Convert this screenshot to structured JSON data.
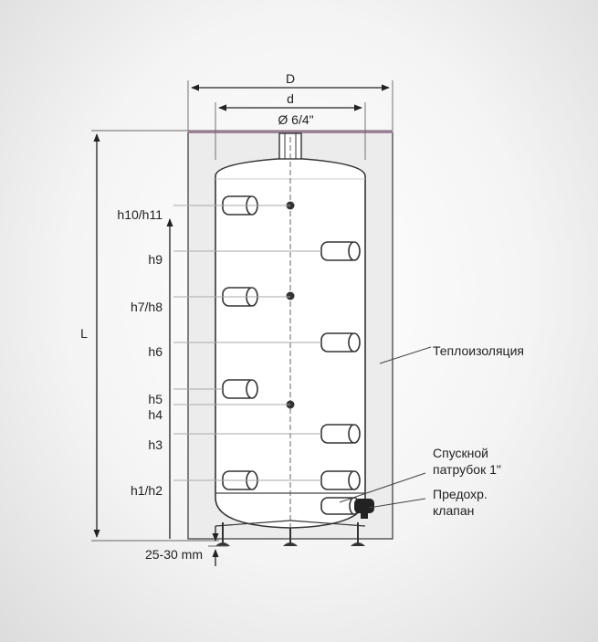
{
  "dimensions": {
    "outer_diameter": "D",
    "inner_diameter": "d",
    "top_port": "Ø 6/4\"",
    "length": "L",
    "clearance": "25-30 mm"
  },
  "height_labels": [
    "h10/h11",
    "h9",
    "h7/h8",
    "h6",
    "h5",
    "h4",
    "h3",
    "h1/h2"
  ],
  "callouts": {
    "insulation": "Теплоизоляция",
    "drain_line1": "Спускной",
    "drain_line2": "патрубок 1\"",
    "valve_line1": "Предохр.",
    "valve_line2": "клапан"
  },
  "colors": {
    "top_cap": "#a0889a",
    "insulation": "#ececec",
    "tank": "#ffffff",
    "line": "#222222"
  }
}
